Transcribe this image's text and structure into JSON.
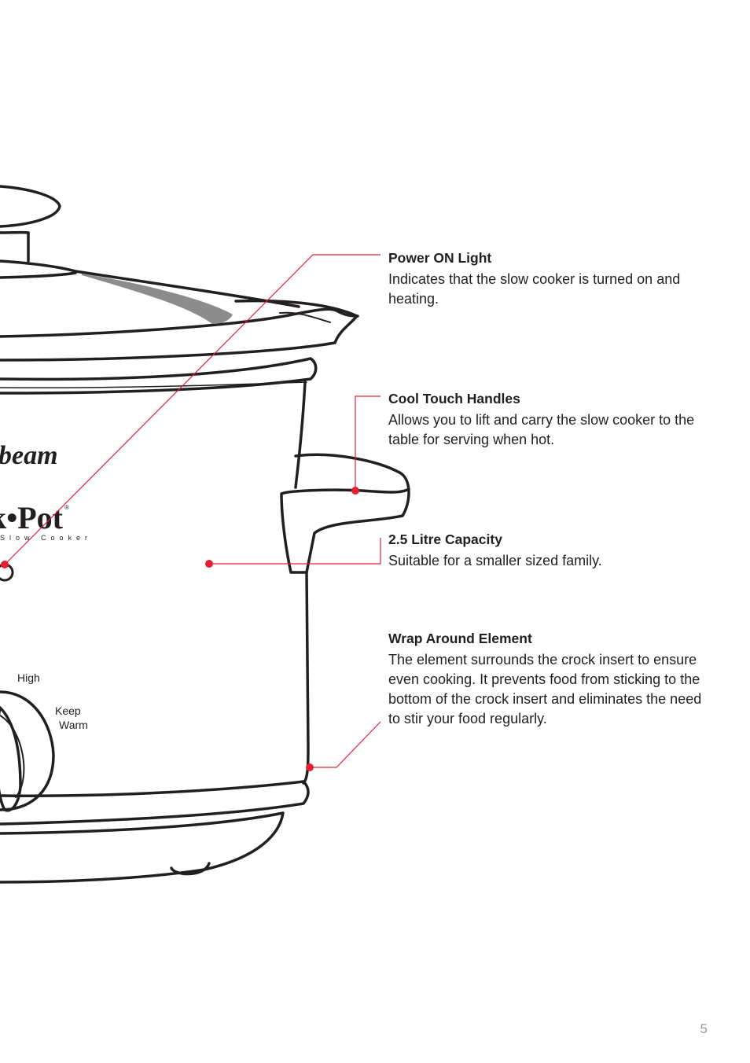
{
  "features": [
    {
      "title": "Power ON Light",
      "description": "Indicates that the slow cooker is turned on and heating."
    },
    {
      "title": "Cool Touch Handles",
      "description": "Allows you to lift and carry the slow cooker to the table for serving when hot."
    },
    {
      "title": "2.5 Litre Capacity",
      "description": "Suitable for a smaller sized family."
    },
    {
      "title": "Wrap Around Element",
      "description": "The element surrounds the crock insert to ensure even cooking. It prevents food from sticking to the bottom of the crock insert and eliminates the need to stir your food regularly."
    }
  ],
  "appliance": {
    "brand_partial": "beam",
    "model_partial": "k•Pot",
    "registered_mark": "®",
    "subtitle": "Slow Cooker",
    "dial_labels": {
      "high": "High",
      "keep_warm_line1": "Keep",
      "keep_warm_line2": "Warm"
    }
  },
  "colors": {
    "callout_red": "#e4202f",
    "outline": "#231f20",
    "highlight_grey": "#8a8c8e"
  },
  "page_number": "5"
}
